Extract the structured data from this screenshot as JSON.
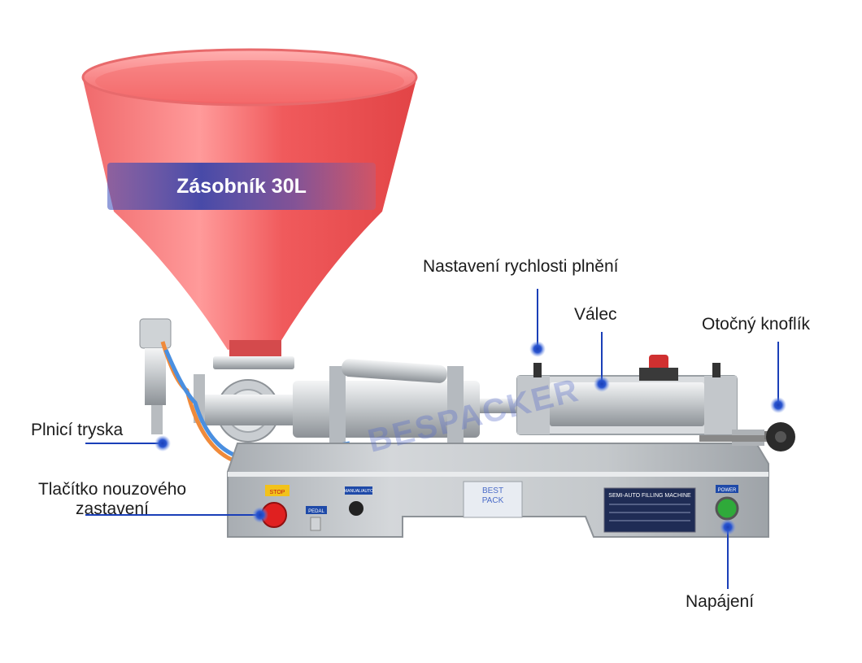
{
  "hopper": {
    "title": "Zásobník 30L"
  },
  "callouts": {
    "filling_speed": "Nastavení rychlosti plnění",
    "cylinder": "Válec",
    "rotary_knob": "Otočný knoflík",
    "filling_nozzle": "Plnicí tryska",
    "emergency_stop_line1": "Tlačítko nouzového",
    "emergency_stop_line2": "zastavení",
    "power": "Napájení"
  },
  "machine": {
    "watermark": "BESPACKER",
    "stop_label": "STOP",
    "pedal_label": "PEDAL",
    "mode_label": "MANUAL/AUTO",
    "brand_top": "BEST",
    "brand_bottom": "PACK",
    "nameplate_title": "SEMI-AUTO FILLING MACHINE",
    "power_label": "POWER"
  },
  "colors": {
    "hopper_red": "#f0585a",
    "steel": "#c8ccd0",
    "callout_blue": "#1a3fb8",
    "stop_red": "#e02020",
    "power_green": "#2faa3a"
  }
}
